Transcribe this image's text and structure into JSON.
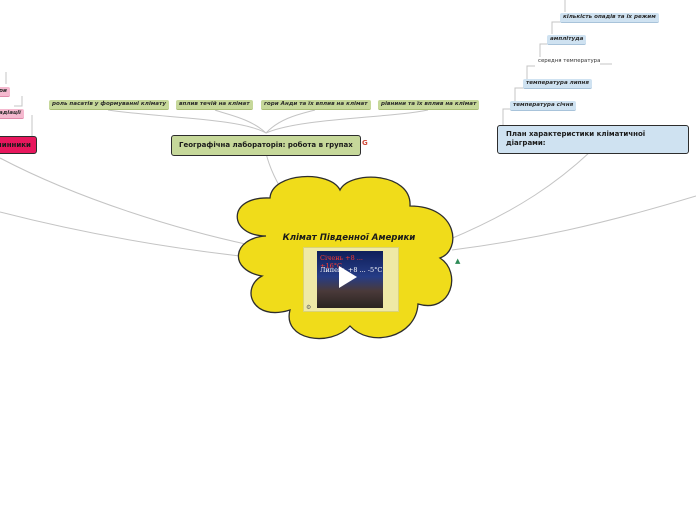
{
  "central": {
    "title": "Клімат Південної Америки",
    "video": {
      "line1": "Січень +8 ... +16°С",
      "line2": "Липень +8 ... -5°С"
    }
  },
  "branch_lab": {
    "title": "Географічна лабораторія: робота в групах",
    "items": [
      "роль пасатів у формуванні клімату",
      "вплив течій на клімат",
      "гори Анди та їх вплив на клімат",
      "рівнини та їх вплив на клімат"
    ]
  },
  "branch_plan": {
    "title": "План характеристики кліматичної діаграми:",
    "items": [
      "кількість опадів та їх режим",
      "амплітуда",
      "середня температура",
      "температура липня",
      "температура січня"
    ]
  },
  "branch_left": {
    "title": "чинники",
    "items": [
      "ри",
      "адіації"
    ]
  },
  "icons": {
    "lab_icon": "google-icon",
    "cloud_icon": "mountain-icon",
    "video_corner_icon": "gear-icon"
  },
  "colors": {
    "cloud_fill": "#f0dc1a",
    "cloud_stroke": "#2d2d2d",
    "green_topic": "#c6d89a",
    "blue_topic": "#cfe2f1",
    "pink_topic": "#e8175d",
    "connector": "#c4c4c4"
  }
}
